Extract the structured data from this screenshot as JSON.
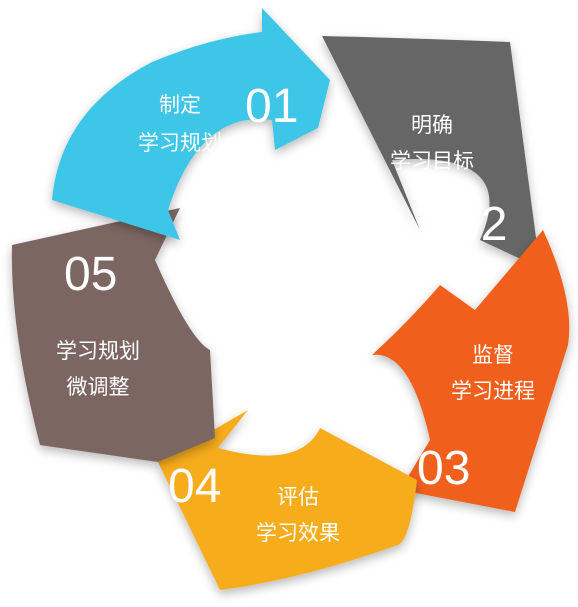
{
  "cycle": {
    "steps": [
      {
        "number": "01",
        "line1": "制定",
        "line2": "学习规划",
        "color": "#3cc6e8"
      },
      {
        "number": "02",
        "line1": "明确",
        "line2": "学习目标",
        "color": "#666666"
      },
      {
        "number": "03",
        "line1": "监督",
        "line2": "学习进程",
        "color": "#f0601f"
      },
      {
        "number": "04",
        "line1": "评估",
        "line2": "学习效果",
        "color": "#f7ac1e"
      },
      {
        "number": "05",
        "line1": "学习规划",
        "line2": "微调整",
        "color": "#7b6662"
      }
    ]
  }
}
